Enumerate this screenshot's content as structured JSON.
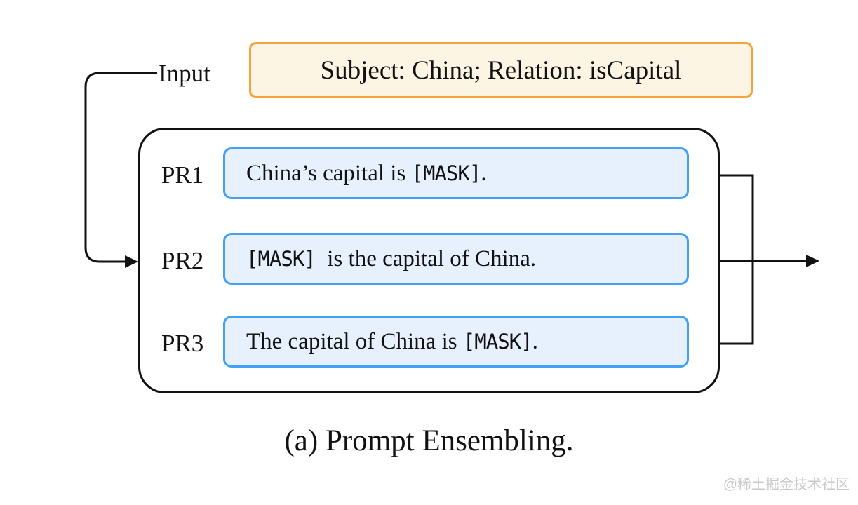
{
  "diagram": {
    "input_label": "Input",
    "input_text": "Subject: China; Relation: isCapital",
    "prompts": [
      {
        "label": "PR1",
        "before": "China’s capital is ",
        "mask": "[MASK]",
        "after": "."
      },
      {
        "label": "PR2",
        "before": "",
        "mask": "[MASK]",
        "after": "  is the capital of China."
      },
      {
        "label": "PR3",
        "before": "The capital of China is ",
        "mask": "[MASK]",
        "after": "."
      }
    ]
  },
  "caption": "(a) Prompt Ensembling.",
  "watermark": "@稀土掘金技术社区",
  "colors": {
    "input_box_bg": "#FCF5E4",
    "input_box_border": "#F7A33D",
    "prompt_box_bg": "#E6F1FD",
    "prompt_box_border": "#41A0F8",
    "line": "#111111",
    "watermark": "#C9C9C9"
  }
}
